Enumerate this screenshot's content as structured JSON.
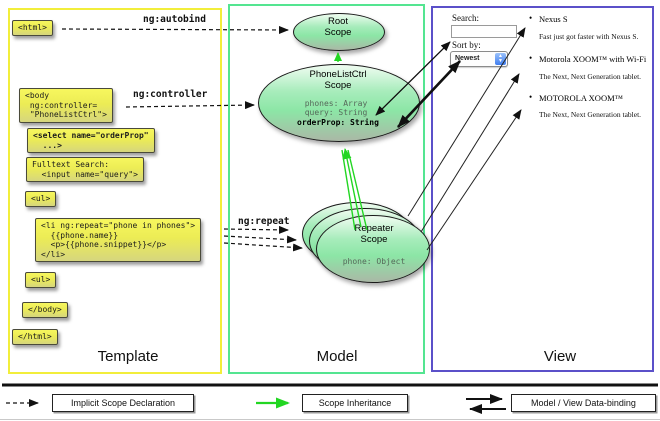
{
  "panels": {
    "template": {
      "label": "Template"
    },
    "model": {
      "label": "Model"
    },
    "view": {
      "label": "View"
    }
  },
  "template_code": {
    "html_open": "<html>",
    "body_open": "<body\n ng:controller=\n \"PhoneListCtrl\">",
    "select": "<select name=\"orderProp\"\n  ...>",
    "fulltext": "Fulltext Search:\n  <input name=\"query\">",
    "ul_open": "<ul>",
    "li_repeat": "<li ng:repeat=\"phone in phones\">\n  {{phone.name}}\n  <p>{{phone.snippet}}</p>\n</li>",
    "ul_close": "<ul>",
    "body_close": "</body>",
    "html_close": "</html>"
  },
  "directives": {
    "autobind": "ng:autobind",
    "controller": "ng:controller",
    "repeat": "ng:repeat"
  },
  "scopes": {
    "root": {
      "title": "Root\nScope"
    },
    "phone_list": {
      "title": "PhoneListCtrl\nScope",
      "props": "phones: Array\nquery: String",
      "bold_prop": "orderProp: String"
    },
    "repeater": {
      "title": "Repeater\nScope",
      "prop": "phone: Object"
    }
  },
  "view": {
    "search_label": "Search:",
    "search_value": "",
    "sort_label": "Sort by:",
    "sort_value": "Newest",
    "items": [
      {
        "bullet": "•",
        "title": "Nexus S",
        "desc": "Fast just got faster with Nexus S."
      },
      {
        "bullet": "•",
        "title": "Motorola XOOM™  with Wi-Fi",
        "desc": "The Next, Next Generation tablet."
      },
      {
        "bullet": "•",
        "title": "MOTOROLA XOOM™",
        "desc": "The Next, Next Generation tablet."
      }
    ]
  },
  "legend": {
    "implicit": "Implicit Scope Declaration",
    "inheritance": "Scope Inheritance",
    "binding": "Model / View Data-binding"
  },
  "colors": {
    "template_border": "#f2ee3b",
    "model_border": "#54e591",
    "view_border": "#5b50c9",
    "code_box": "#ecec55",
    "scope_fill": "#8ce6a6",
    "green_arrow": "#22d622",
    "black": "#111111"
  }
}
